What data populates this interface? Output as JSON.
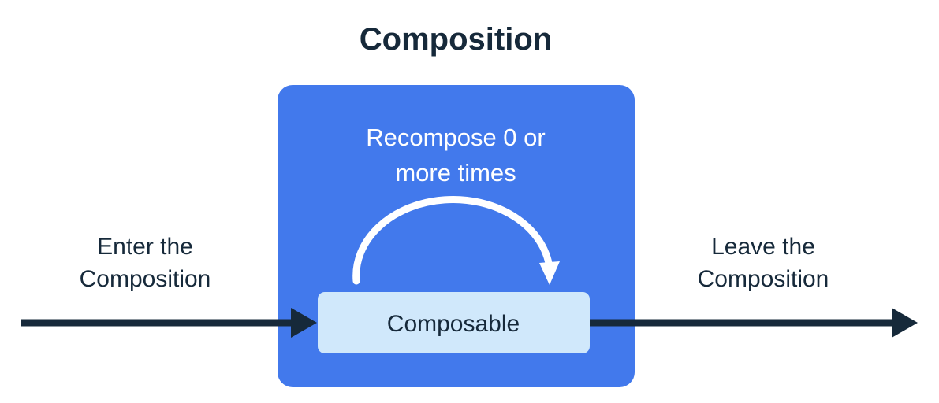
{
  "title": "Composition",
  "colors": {
    "background": "#ffffff",
    "composition_box": "#4279EC",
    "composable_box": "#D0E8FB",
    "text_dark": "#16293a",
    "text_light": "#ffffff",
    "arrow_dark": "#16293a",
    "arc_white": "#ffffff"
  },
  "composition_box": {
    "recompose_line1": "Recompose 0 or",
    "recompose_line2": "more times",
    "composable_label": "Composable",
    "loop_arrow_name": "recompose-loop-arrow"
  },
  "enter_label": {
    "line1": "Enter the",
    "line2": "Composition"
  },
  "leave_label": {
    "line1": "Leave the",
    "line2": "Composition"
  },
  "flow": {
    "enter_arrow_name": "enter-composition-arrow",
    "leave_arrow_name": "leave-composition-arrow"
  }
}
